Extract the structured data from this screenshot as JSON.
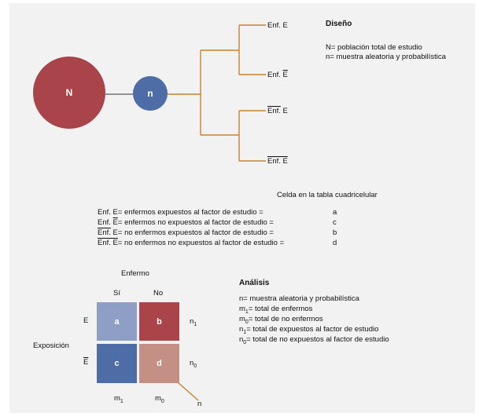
{
  "colors": {
    "population": "#a8444a",
    "sample": "#4e6da6",
    "branch": "#c8822e",
    "cell_a": "#8e9ec4",
    "cell_b": "#a8444a",
    "cell_c": "#4e6da6",
    "cell_d": "#c48f84"
  },
  "design": {
    "population_label": "N",
    "sample_label": "n",
    "branches": [
      "Enf. E",
      "Enf. E",
      "Enf. E",
      "Enf. E"
    ],
    "heading": "Diseño",
    "notes": [
      "N= población total de estudio",
      "n= muestra aleatoria y probabilística"
    ]
  },
  "cell_table": {
    "heading": "Celda en la tabla cuadricelular",
    "rows": [
      {
        "prefix": "Enf. E",
        "text": "= enfermos expuestos al factor de estudio =",
        "cell": "a"
      },
      {
        "prefix": "Enf. E",
        "text": "= enfermos no expuestos al factor de estudio =",
        "cell": "c"
      },
      {
        "prefix": "Enf. E",
        "text": "= no enfermos expuestos al factor de estudio =",
        "cell": "b"
      },
      {
        "prefix": "Enf. E",
        "text": "= no enfermos no expuestos al factor de estudio =",
        "cell": "d"
      }
    ]
  },
  "grid": {
    "top_label": "Enfermo",
    "col_yes": "Sí",
    "col_no": "No",
    "side_label": "Exposición",
    "row_e": "E",
    "row_not_e": "E",
    "cells": [
      "a",
      "b",
      "c",
      "d"
    ],
    "row_totals": [
      "n",
      "n"
    ],
    "row_total_subs": [
      "1",
      "0"
    ],
    "col_totals": [
      "m",
      "m"
    ],
    "col_total_subs": [
      "1",
      "0"
    ],
    "grand_total": "n"
  },
  "analysis": {
    "heading": "Análisis",
    "lines": [
      {
        "main": "n",
        "sub": "",
        "text": "= muestra aleatoria y probabilística"
      },
      {
        "main": "m",
        "sub": "1",
        "text": "= total de enfermos"
      },
      {
        "main": "m",
        "sub": "0",
        "text": "= total de no enfermos"
      },
      {
        "main": "n",
        "sub": "1",
        "text": "= total de expuestos al factor de estudio"
      },
      {
        "main": "n",
        "sub": "0",
        "text": "= total de no expuestos al factor de estudio"
      }
    ]
  }
}
